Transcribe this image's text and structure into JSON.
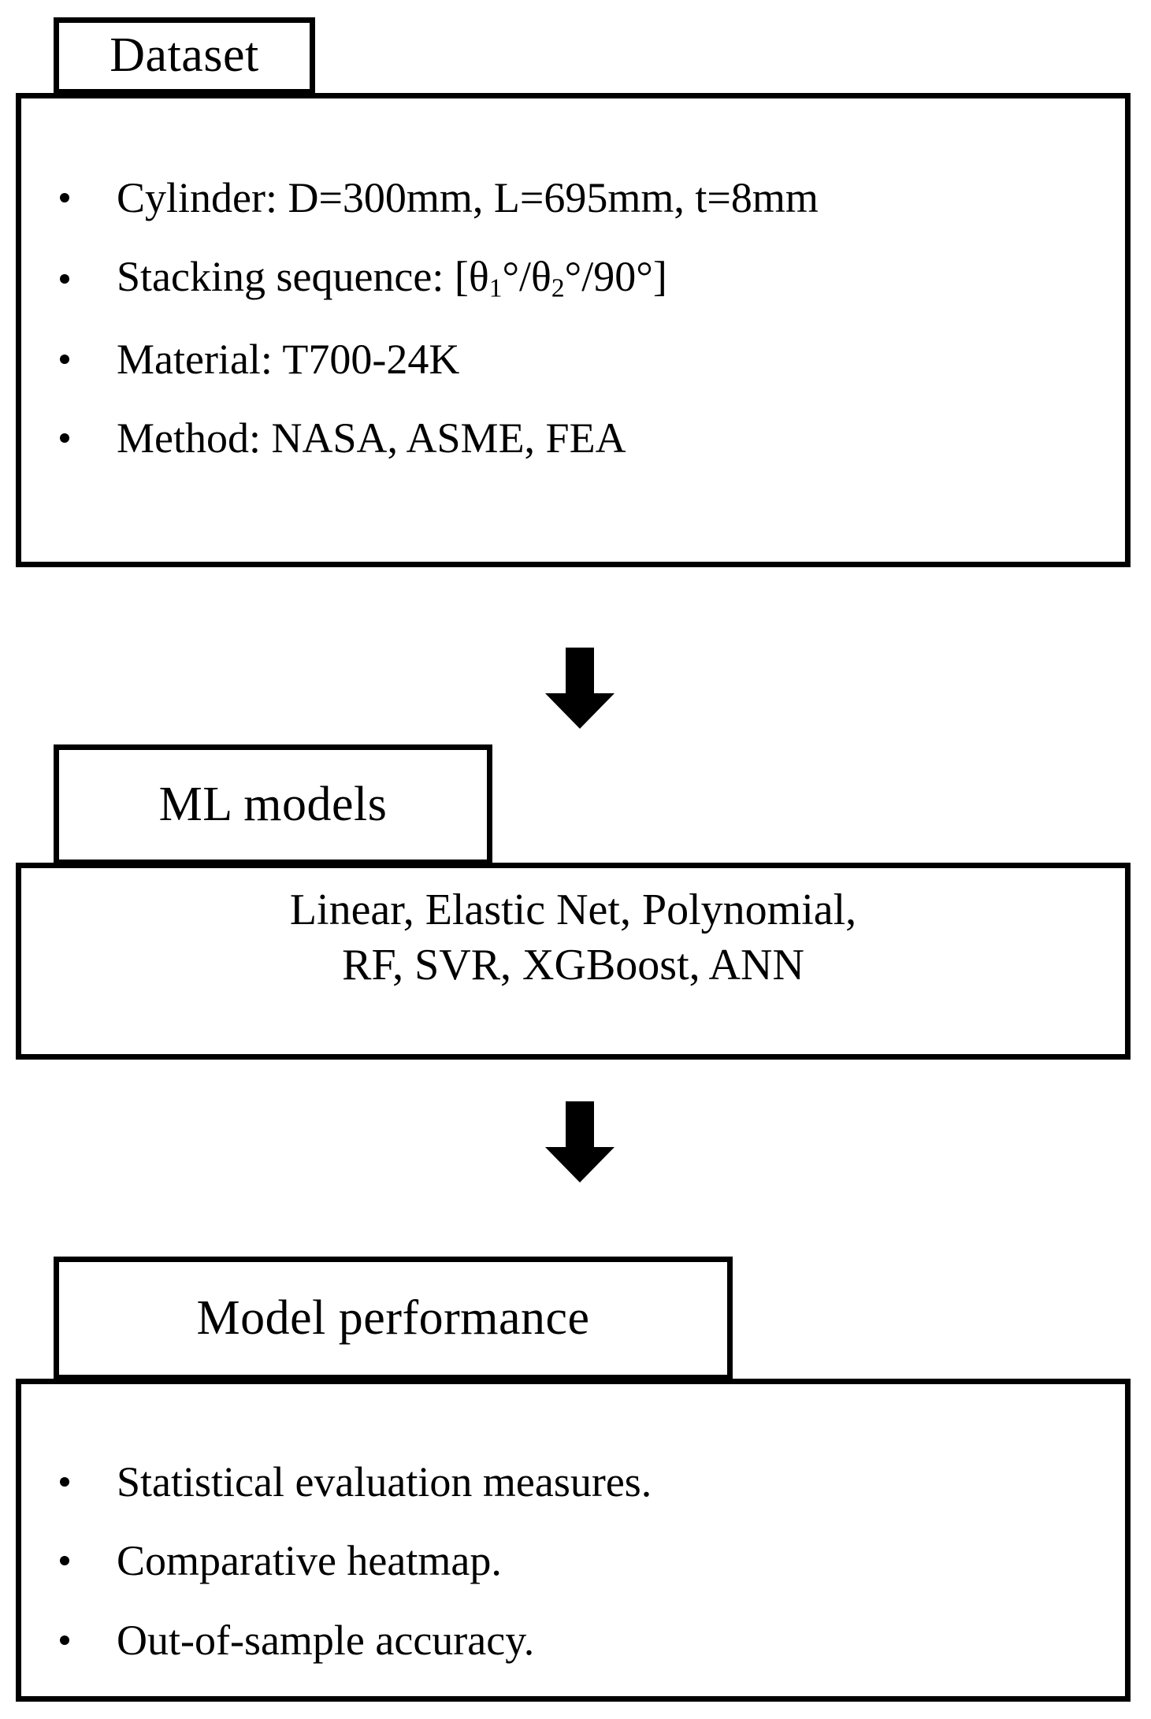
{
  "diagram": {
    "type": "flowchart",
    "orientation": "vertical",
    "background_color": "#ffffff",
    "line_color": "#000000",
    "stages": [
      {
        "title": "Dataset",
        "content_kind": "bullets",
        "bullets": [
          "Cylinder: D=300mm, L=695mm, t=8mm",
          "Stacking sequence: [θ₁°/θ₂°/90°]",
          "Material: T700-24K",
          "Method: NASA, ASME, FEA"
        ]
      },
      {
        "title": "ML models",
        "content_kind": "lines",
        "lines": [
          "Linear, Elastic Net, Polynomial,",
          "RF, SVR, XGBoost, ANN"
        ]
      },
      {
        "title": "Model performance",
        "content_kind": "bullets",
        "bullets": [
          "Statistical evaluation measures.",
          "Comparative heatmap.",
          "Out-of-sample accuracy."
        ]
      }
    ],
    "connectors": [
      {
        "name": "arrow-dataset-to-ml",
        "direction": "down"
      },
      {
        "name": "arrow-ml-to-performance",
        "direction": "down"
      }
    ]
  },
  "stage1": {
    "title": "Dataset",
    "b0": "Cylinder: D=300mm, L=695mm, t=8mm",
    "b1_prefix": "Stacking sequence: [θ",
    "b1_sub1": "1",
    "b1_mid": "°/θ",
    "b1_sub2": "2",
    "b1_suffix": "°/90°]",
    "b2": "Material: T700-24K",
    "b3": "Method: NASA, ASME, FEA"
  },
  "stage2": {
    "title": "ML models",
    "line0": "Linear, Elastic Net, Polynomial,",
    "line1": "RF, SVR, XGBoost, ANN"
  },
  "stage3": {
    "title": "Model performance",
    "b0": "Statistical evaluation measures.",
    "b1": "Comparative heatmap.",
    "b2": "Out-of-sample accuracy."
  }
}
